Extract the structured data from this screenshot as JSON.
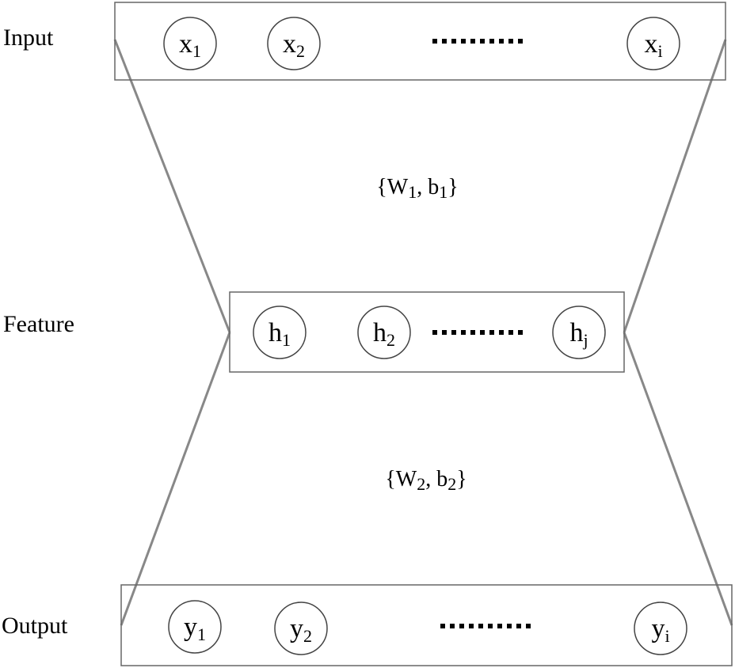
{
  "layers": {
    "input": {
      "label": "Input",
      "nodes": [
        {
          "base": "x",
          "sub": "1"
        },
        {
          "base": "x",
          "sub": "2"
        },
        {
          "base": "x",
          "sub": "i"
        }
      ],
      "ellipsis": "........"
    },
    "feature": {
      "label": "Feature",
      "nodes": [
        {
          "base": "h",
          "sub": "1"
        },
        {
          "base": "h",
          "sub": "2"
        },
        {
          "base": "h",
          "sub": "j"
        }
      ],
      "ellipsis": "........"
    },
    "output": {
      "label": "Output",
      "nodes": [
        {
          "base": "y",
          "sub": "1"
        },
        {
          "base": "y",
          "sub": "2"
        },
        {
          "base": "y",
          "sub": "i"
        }
      ],
      "ellipsis": "........"
    }
  },
  "params": {
    "encoder": {
      "open": "{W",
      "sub1": "1",
      "mid": ", b",
      "sub2": "1",
      "close": "}"
    },
    "decoder": {
      "open": "{W",
      "sub1": "2",
      "mid": ", b",
      "sub2": "2",
      "close": "}"
    }
  }
}
